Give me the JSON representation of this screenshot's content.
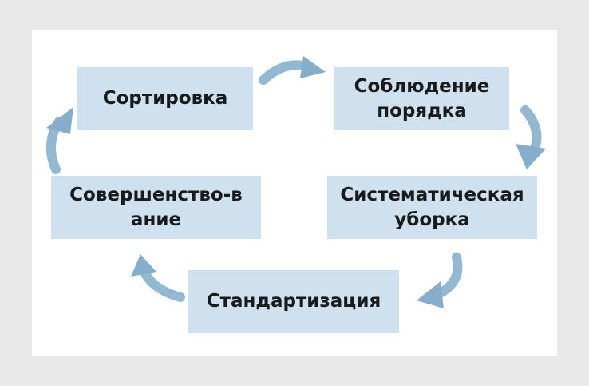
{
  "steps": [
    {
      "label": "Сортировка"
    },
    {
      "label": "Соблюдение порядка"
    },
    {
      "label": "Систематическая уборка"
    },
    {
      "label": "Стандартизация"
    },
    {
      "label": "Совершенство-вание"
    }
  ],
  "colors": {
    "box": "#cfe1ee",
    "arrow": "#8fb5d0",
    "arrow_light": "#b3cee0"
  }
}
